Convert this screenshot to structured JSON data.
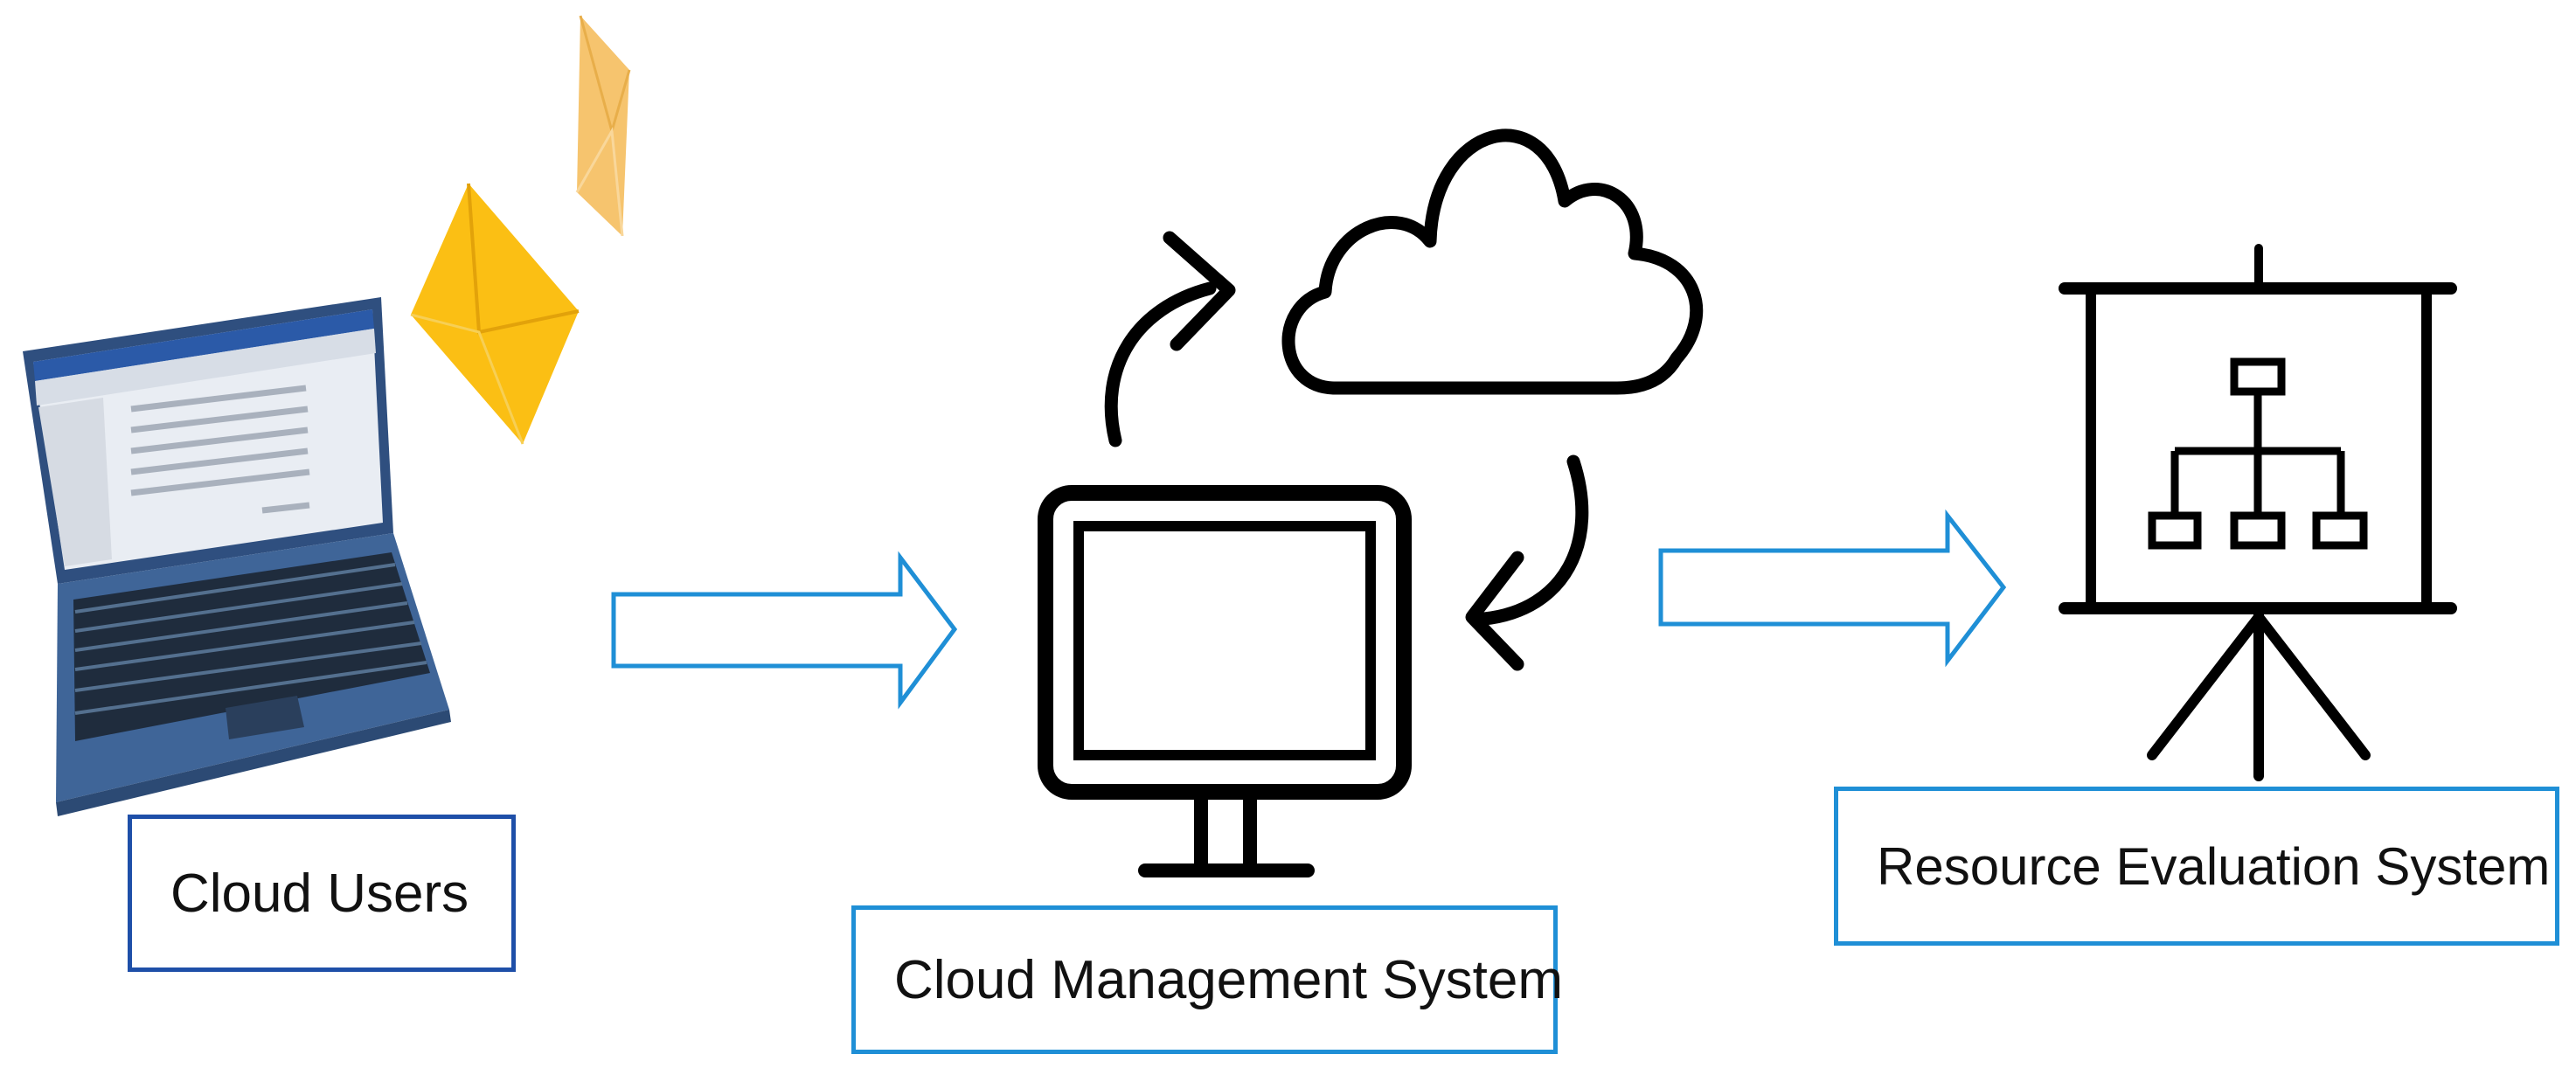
{
  "colors": {
    "accent_blue": "#1f8fd6",
    "dark_blue_border": "#1e4fa8",
    "icon_black": "#000000",
    "envelope_yellow": "#fbbf14",
    "envelope_light": "#f6c46e",
    "laptop_blue": "#3b5f93"
  },
  "nodes": [
    {
      "id": "cloud-users",
      "label": "Cloud Users",
      "icon": "laptop-with-envelopes-icon"
    },
    {
      "id": "cloud-management-system",
      "label": "Cloud Management System",
      "icon": "monitor-cloud-sync-icon"
    },
    {
      "id": "resource-evaluation-system",
      "label": "Resource Evaluation System",
      "icon": "presentation-board-hierarchy-icon"
    }
  ],
  "edges": [
    {
      "from": "cloud-users",
      "to": "cloud-management-system",
      "style": "hollow-arrow"
    },
    {
      "from": "cloud-management-system",
      "to": "resource-evaluation-system",
      "style": "hollow-arrow"
    }
  ]
}
